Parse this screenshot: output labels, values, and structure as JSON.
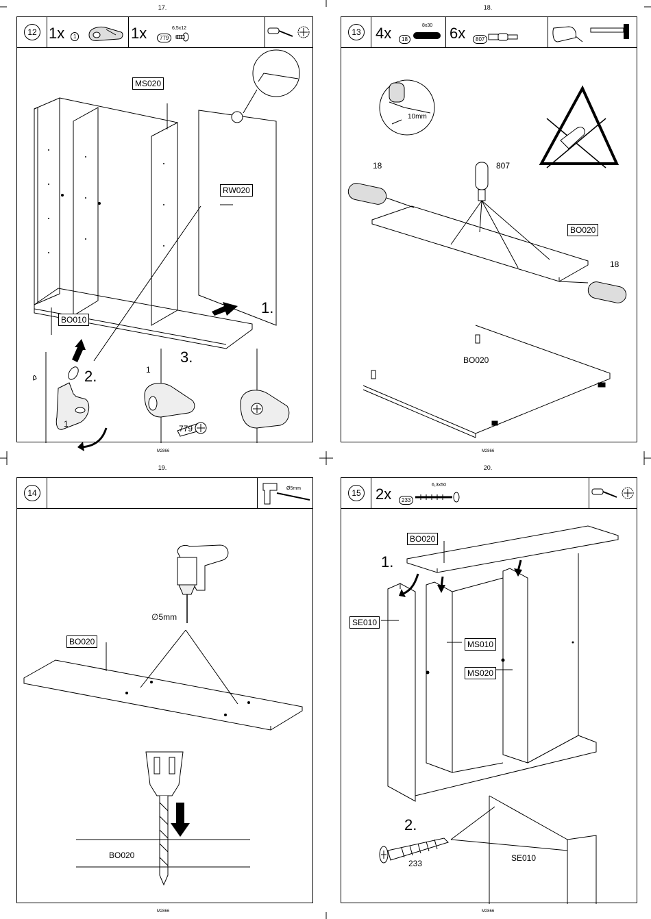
{
  "pages": [
    {
      "page_number": "17.",
      "footer_code": "M2866",
      "step": "12",
      "parts": [
        {
          "qty": "1x",
          "part_id": "1",
          "spec": ""
        },
        {
          "qty": "1x",
          "part_id": "779",
          "spec": "6,5x12"
        }
      ],
      "labels": [
        "MS020",
        "RW020",
        "BO010"
      ],
      "sub_steps": [
        "1.",
        "2.",
        "3."
      ],
      "callouts": [
        "1",
        "1",
        "779"
      ]
    },
    {
      "page_number": "18.",
      "footer_code": "M2866",
      "step": "13",
      "parts": [
        {
          "qty": "4x",
          "part_id": "18",
          "spec": "8x30"
        },
        {
          "qty": "6x",
          "part_id": "807",
          "spec": ""
        }
      ],
      "labels": [
        "BO020"
      ],
      "plain_labels": [
        "BO020"
      ],
      "callouts": [
        "18",
        "807",
        "18",
        "10mm"
      ]
    },
    {
      "page_number": "19.",
      "footer_code": "M2866",
      "step": "14",
      "tool_spec": "Ø5mm",
      "drill_label": "∅5mm",
      "labels": [
        "BO020"
      ],
      "plain_labels": [
        "BO020"
      ]
    },
    {
      "page_number": "20.",
      "footer_code": "M2866",
      "step": "15",
      "parts": [
        {
          "qty": "2x",
          "part_id": "233",
          "spec": "6,3x50"
        }
      ],
      "labels": [
        "BO020",
        "SE010",
        "MS010",
        "MS020"
      ],
      "plain_labels": [
        "SE010"
      ],
      "sub_steps": [
        "1.",
        "2."
      ],
      "callouts": [
        "233"
      ]
    }
  ]
}
